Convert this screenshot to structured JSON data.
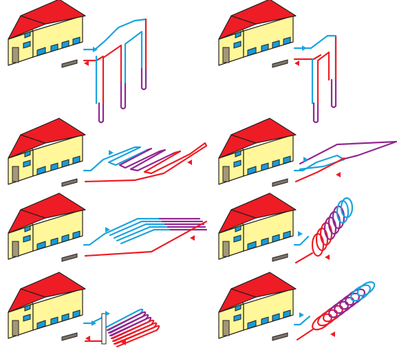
{
  "colors": {
    "supply": "#1aa3dd",
    "return": "#ee1c25",
    "transition": "#92278f",
    "roof": "#ee1c25",
    "wall": "#fff799",
    "window": "#1a9ad6"
  },
  "panels": [
    {
      "id": "vertical-boreholes-a",
      "icon": "house-icon"
    },
    {
      "id": "vertical-boreholes-b",
      "icon": "house-icon"
    },
    {
      "id": "horizontal-serpentine",
      "icon": "house-icon"
    },
    {
      "id": "horizontal-loop",
      "icon": "house-icon"
    },
    {
      "id": "horizontal-parallel",
      "icon": "house-icon"
    },
    {
      "id": "slinky-vertical",
      "icon": "house-icon"
    },
    {
      "id": "slinky-stacked",
      "icon": "house-icon"
    },
    {
      "id": "slinky-horizontal",
      "icon": "house-icon"
    }
  ]
}
